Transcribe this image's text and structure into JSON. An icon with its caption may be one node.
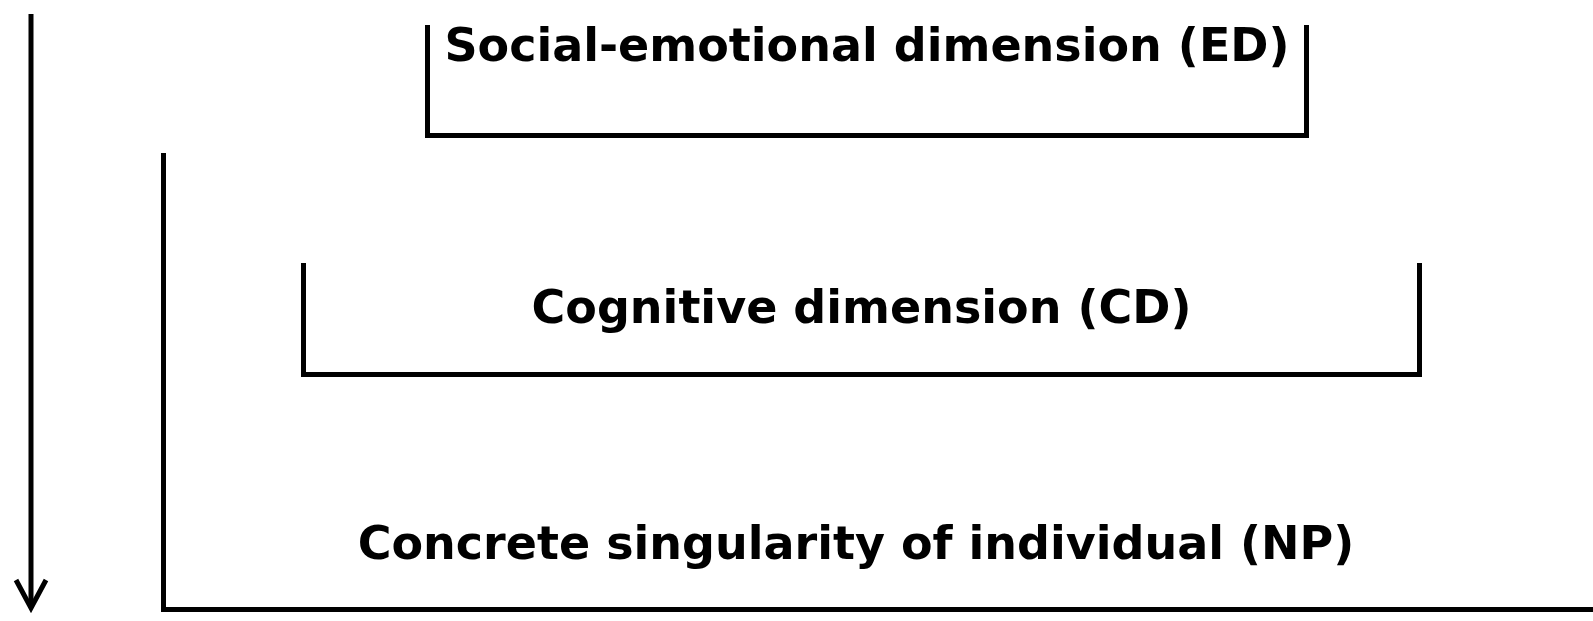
{
  "diagram": {
    "nodes": [
      {
        "text": [
          "Social-emotional dimension (ED)"
        ]
      },
      {
        "text": [
          "Concrete singularity of individual (NP)"
        ]
      },
      {
        "text": [
          "Cognitive dimension (CD)"
        ],
        "in": 1
      }
    ]
  }
}
